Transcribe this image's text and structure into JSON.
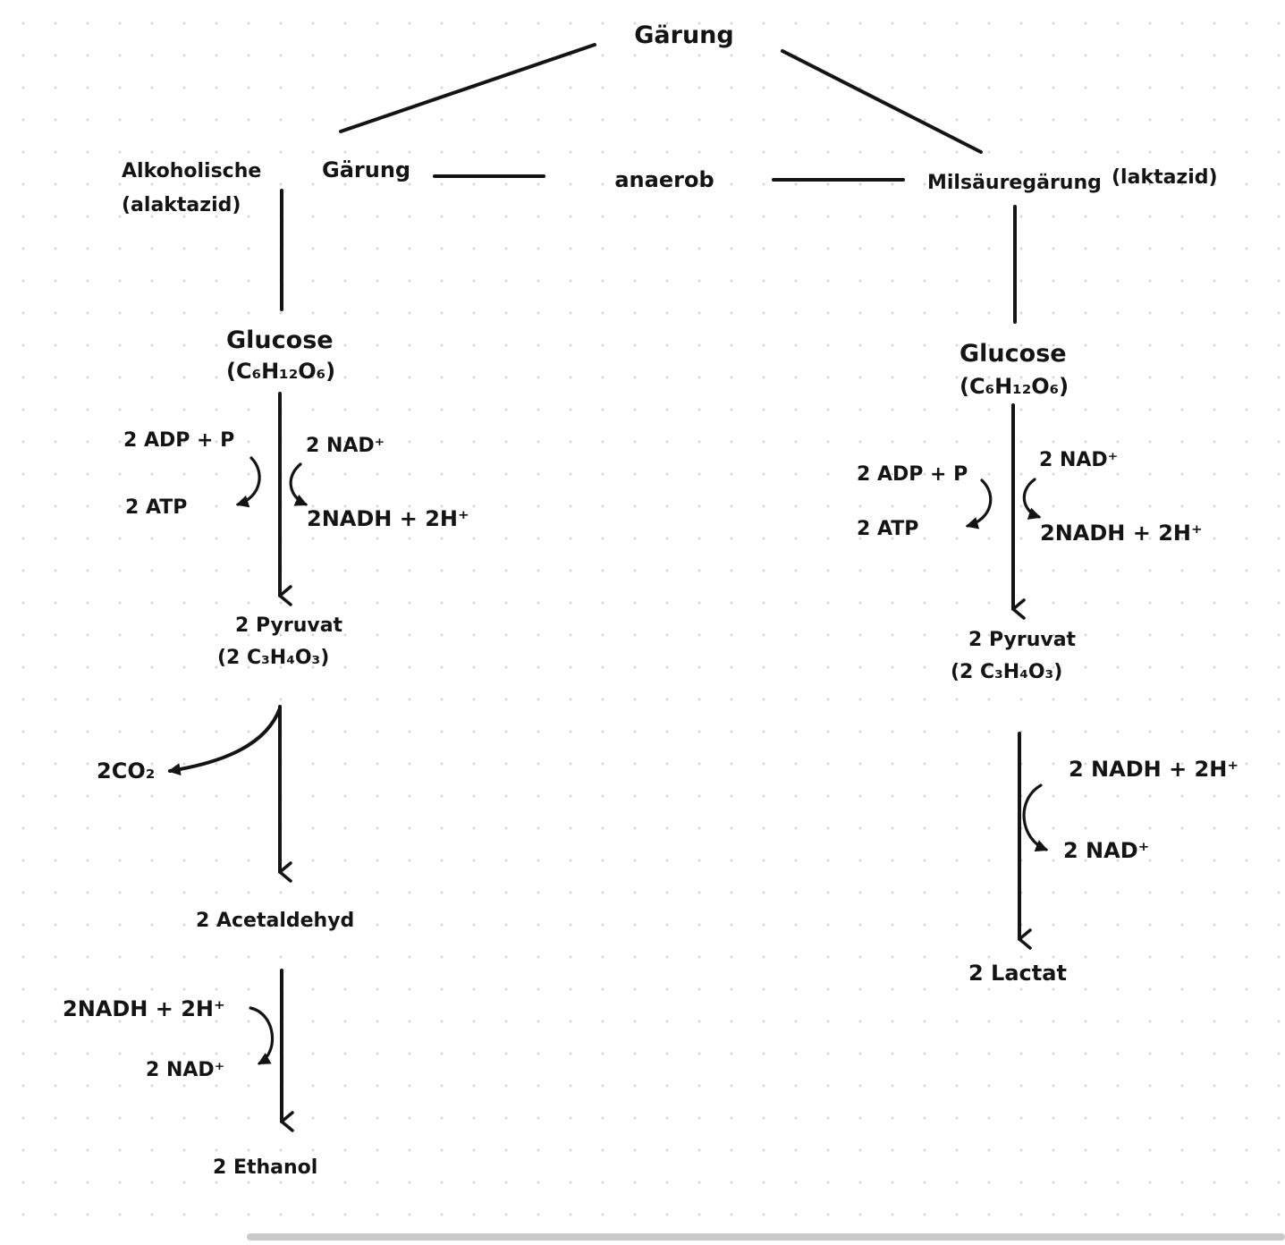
{
  "diagram": {
    "root": "Gärung",
    "alcoholic": {
      "title_1": "Alkoholische",
      "title_2": "Gärung",
      "subtitle": "(alaktazid)",
      "glucose": "Glucose",
      "glucose_formula": "(C₆H₁₂O₆)",
      "adp": "2 ADP + P",
      "atp": "2 ATP",
      "nad": "2 NAD⁺",
      "nadh": "2NADH + 2H⁺",
      "pyruvate": "2 Pyruvat",
      "pyruvate_formula": "(2 C₃H₄O₃)",
      "co2": "2CO₂",
      "acetaldehyde": "2 Acetaldehyd",
      "nadh_in": "2NADH + 2H⁺",
      "nad_out": "2 NAD⁺",
      "ethanol": "2  Ethanol"
    },
    "center": "anaerob",
    "lactic": {
      "title": "Milsäuregärung",
      "subtitle": "(laktazid)",
      "glucose": "Glucose",
      "glucose_formula": "(C₆H₁₂O₆)",
      "adp": "2 ADP + P",
      "atp": "2 ATP",
      "nad": "2 NAD⁺",
      "nadh": "2NADH + 2H⁺",
      "pyruvate": "2 Pyruvat",
      "pyruvate_formula": "(2 C₃H₄O₃)",
      "nadh_in": "2 NADH + 2H⁺",
      "nad_out": "2 NAD⁺",
      "lactate": "2 Lactat"
    }
  }
}
